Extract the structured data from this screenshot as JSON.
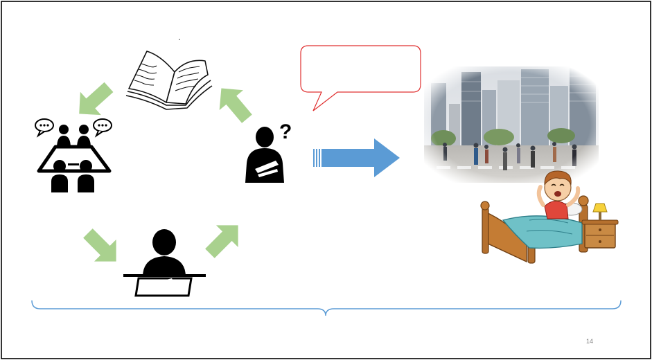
{
  "slide": {
    "number": "14",
    "frame_color": "#000000",
    "background": "#ffffff"
  },
  "diagram": {
    "cycle_nodes": [
      {
        "id": "reading",
        "icon": "open-book-icon"
      },
      {
        "id": "discussion",
        "icon": "meeting-discussion-icon"
      },
      {
        "id": "writing",
        "icon": "person-writing-icon"
      },
      {
        "id": "questioning",
        "icon": "person-thinking-question-icon"
      }
    ],
    "cycle_arrow_color": "#a9d18e",
    "main_arrow_color": "#5b9bd5",
    "speech_bubble": {
      "text": "",
      "border_color": "#e03030"
    },
    "brace_color": "#5b9bd5",
    "right_images": [
      "city-crowd-photo",
      "child-waking-in-bed-illustration"
    ]
  }
}
